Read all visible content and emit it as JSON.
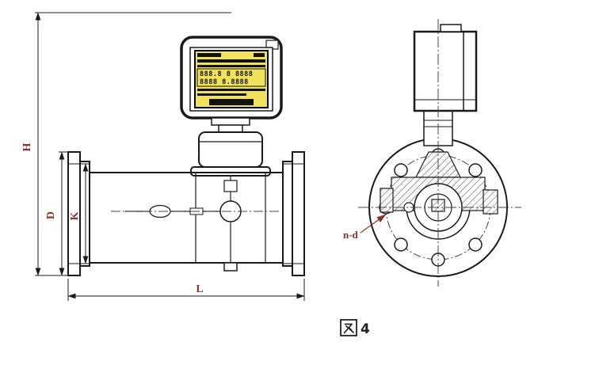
{
  "drawing": {
    "caption": {
      "text": "图4",
      "number": "4"
    },
    "dimensions": {
      "height_label": "H",
      "flange_diameter_label": "D",
      "bolt_circle_label": "K",
      "length_label": "L",
      "bolt_holes_label": "n-d"
    },
    "lcd": {
      "line1": "888.8 8 8888",
      "line2": "8888 8.8888"
    },
    "colors": {
      "line": "#1a1a1a",
      "dimension_label": "#8b3232",
      "lcd_background": "#f0e25a",
      "caption": "#222222"
    }
  }
}
